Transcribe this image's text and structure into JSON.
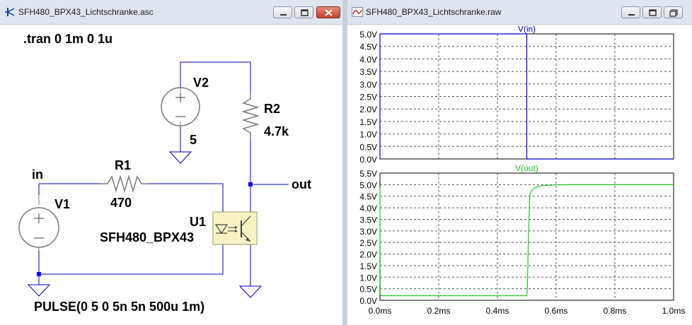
{
  "schematic_window": {
    "title": "SFH480_BPX43_Lichtschranke.asc",
    "directive": ".tran 0 1m 0 1u",
    "components": {
      "v2": {
        "name": "V2",
        "value": "5"
      },
      "r2": {
        "name": "R2",
        "value": "4.7k"
      },
      "r1": {
        "name": "R1",
        "value": "470"
      },
      "v1": {
        "name": "V1",
        "value": "PULSE(0 5 0 5n 5n 500u 1m)"
      },
      "u1": {
        "name": "U1",
        "value": "SFH480_BPX43"
      }
    },
    "net_labels": {
      "in": "in",
      "out": "out"
    },
    "wire_color": "#0000b8",
    "junction_color": "#0000ff",
    "component_color": "#7a7a7a",
    "u1_fill": "#f7f3c4"
  },
  "waveform_window": {
    "title": "SFH480_BPX43_Lichtschranke.raw",
    "x_ticks": [
      "0.0ms",
      "0.2ms",
      "0.4ms",
      "0.6ms",
      "0.8ms",
      "1.0ms"
    ],
    "panes": [
      {
        "trace_name": "V(in)",
        "trace_color": "#0000c0",
        "y_ticks": [
          "5.0V",
          "4.5V",
          "4.0V",
          "3.5V",
          "3.0V",
          "2.5V",
          "2.0V",
          "1.5V",
          "1.0V",
          "0.5V",
          "0.0V"
        ]
      },
      {
        "trace_name": "V(out)",
        "trace_color": "#22c81e",
        "y_ticks": [
          "5.5V",
          "5.0V",
          "4.5V",
          "4.0V",
          "3.5V",
          "3.0V",
          "2.5V",
          "2.0V",
          "1.5V",
          "1.0V",
          "0.5V",
          "0.0V"
        ]
      }
    ]
  },
  "chart_data": [
    {
      "type": "line",
      "title": "V(in)",
      "xlabel": "",
      "ylabel": "",
      "xlim": [
        0,
        1.0
      ],
      "x_unit": "ms",
      "ylim": [
        0,
        5.0
      ],
      "y_unit": "V",
      "grid": true,
      "series": [
        {
          "name": "V(in)",
          "x": [
            0,
            0,
            0.5,
            0.5,
            1.0
          ],
          "y": [
            0,
            5.0,
            5.0,
            0,
            0
          ],
          "color": "#0000c0"
        }
      ]
    },
    {
      "type": "line",
      "title": "V(out)",
      "xlabel": "",
      "ylabel": "",
      "xlim": [
        0,
        1.0
      ],
      "x_unit": "ms",
      "ylim": [
        0,
        5.5
      ],
      "y_unit": "V",
      "grid": true,
      "series": [
        {
          "name": "V(out)",
          "x": [
            0,
            0.001,
            0.003,
            0.5,
            0.502,
            0.505,
            0.51,
            0.52,
            0.53,
            0.54,
            0.55,
            0.57,
            0.6,
            0.65,
            1.0
          ],
          "y": [
            4.9,
            0.25,
            0.2,
            0.2,
            0.5,
            2.5,
            4.55,
            4.8,
            4.88,
            4.92,
            4.95,
            4.97,
            4.99,
            5.0,
            5.0
          ],
          "color": "#22c81e"
        }
      ]
    }
  ]
}
